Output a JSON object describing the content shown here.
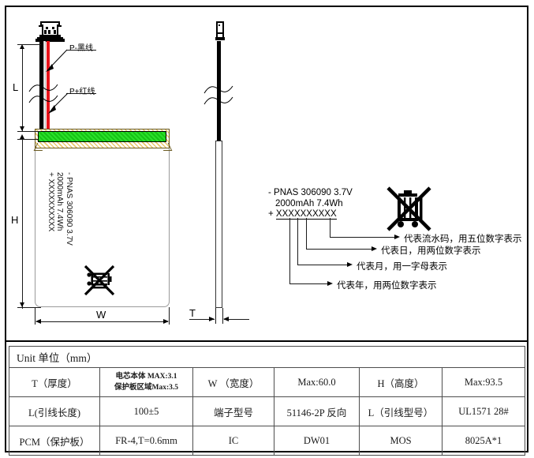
{
  "drawing": {
    "title": "Battery pack mechanical drawing",
    "front_view": {
      "cell_print_lines": [
        "- PNAS 306090 3.7V",
        "  2000mAh 7.4Wh",
        "+ XXXXXXXXXX"
      ],
      "wire_labels": {
        "negative": "P-黑线",
        "positive": "P+红线"
      },
      "dimensions": {
        "lead_length": "L",
        "height": "H",
        "width": "W",
        "thickness": "T"
      },
      "bin_icon": "crossed-out-wheelie-bin-icon"
    },
    "side_view": {
      "dimension": "T"
    }
  },
  "label_block": {
    "lines": [
      "- PNAS 306090 3.7V",
      "2000mAh 7.4Wh"
    ],
    "code_prefix": "+ ",
    "code_segments": [
      "XX",
      "X",
      "XX",
      "XXXXX"
    ],
    "bin_icon": "crossed-out-wheelie-bin-icon",
    "annotations": [
      "代表流水码，用五位数字表示",
      "代表日，用两位数字表示",
      "代表月，用一字母表示",
      "代表年，用两位数字表示"
    ]
  },
  "spec_table": {
    "unit_header": "Unit 单位（mm）",
    "rows": [
      {
        "c1": "T（厚度）",
        "c2_line1": "电芯本体 MAX:3.1",
        "c2_line2": "保护板区域Max:3.5",
        "c3": "W （宽度）",
        "c4": "Max:60.0",
        "c5": "H（高度）",
        "c6": "Max:93.5"
      },
      {
        "c1": "L(引线长度)",
        "c2": "100±5",
        "c3": "端子型号",
        "c4": "51146-2P 反向",
        "c5": "L（引线型号）",
        "c6": "UL1571 28#"
      },
      {
        "c1": "PCM（保护板）",
        "c2": "FR-4,T=0.6mm",
        "c3": "IC",
        "c4": "DW01",
        "c5": "MOS",
        "c6": "8025A*1"
      }
    ]
  },
  "colors": {
    "wire_positive": "#e8141b",
    "wire_negative": "#000000",
    "pcb_green": "#15c215",
    "tape_yellow": "#e8c76a",
    "frame": "#000000"
  }
}
